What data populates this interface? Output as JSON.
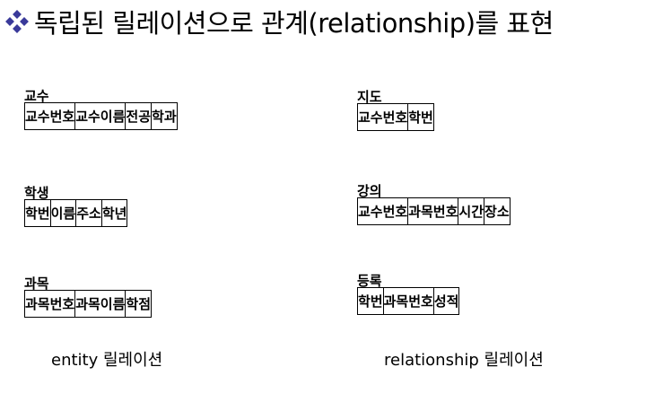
{
  "title": {
    "bullet_icon": "diamond-bullet-icon",
    "text": "독립된 릴레이션으로 관계(relationship)를 표현",
    "bullet_color": "#3a3a9a"
  },
  "entity_relations": [
    {
      "name": "교수",
      "attributes": [
        "교수번호",
        "교수이름",
        "전공",
        "학과"
      ]
    },
    {
      "name": "학생",
      "attributes": [
        "학번",
        "이름",
        "주소",
        "학년"
      ]
    },
    {
      "name": "과목",
      "attributes": [
        "과목번호",
        "과목이름",
        "학점"
      ]
    }
  ],
  "relationship_relations": [
    {
      "name": "지도",
      "attributes": [
        "교수번호",
        "학번"
      ]
    },
    {
      "name": "강의",
      "attributes": [
        "교수번호",
        "과목번호",
        "시간",
        "장소"
      ]
    },
    {
      "name": "등록",
      "attributes": [
        "학번",
        "과목번호",
        "성적"
      ]
    }
  ],
  "captions": {
    "entity": "entity 릴레이션",
    "relationship": "relationship 릴레이션"
  }
}
